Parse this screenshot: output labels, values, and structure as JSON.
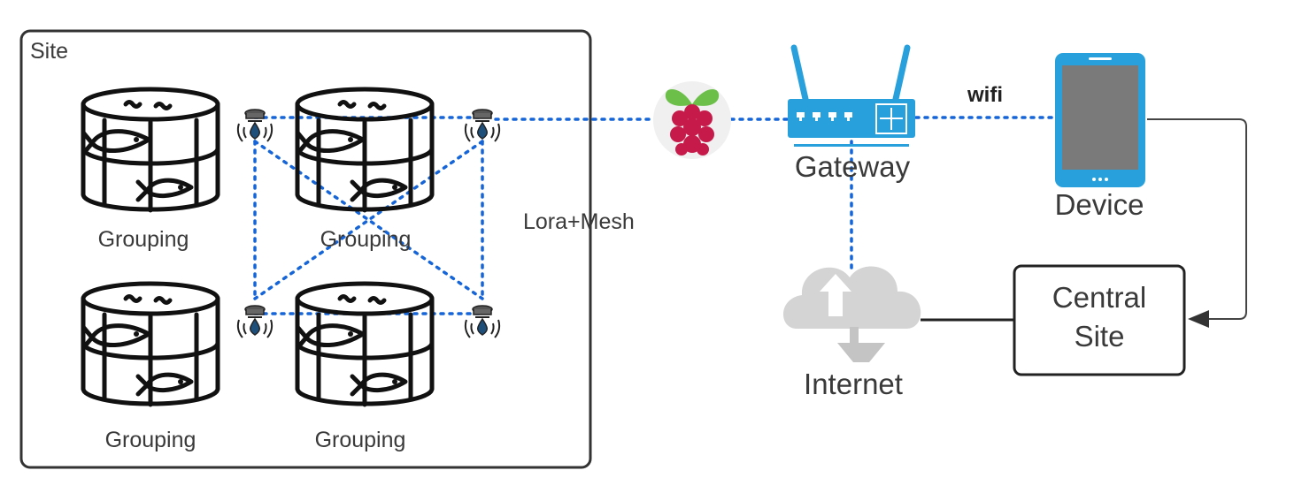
{
  "site": {
    "label": "Site"
  },
  "groupings": [
    {
      "label": "Grouping"
    },
    {
      "label": "Grouping"
    },
    {
      "label": "Grouping"
    },
    {
      "label": "Grouping"
    }
  ],
  "network": {
    "label": "Lora+Mesh"
  },
  "gateway": {
    "label": "Gateway"
  },
  "wifi": {
    "label": "wifi"
  },
  "device": {
    "label": "Device"
  },
  "internet": {
    "label": "Internet"
  },
  "central_site": {
    "line1": "Central",
    "line2": "Site"
  },
  "icons": {
    "tank": "fish-tank-icon",
    "sensor": "sensor-node-icon",
    "raspberry": "raspberry-pi-icon",
    "router": "router-icon",
    "cloud": "cloud-upload-download-icon",
    "tablet": "tablet-device-icon"
  },
  "colors": {
    "connection": "#1565d8",
    "router": "#27a0dc",
    "tablet": "#27a0dc",
    "cloud": "#d4d4d4",
    "raspberry_red": "#c51a4a",
    "raspberry_leaf": "#6cc04a"
  }
}
